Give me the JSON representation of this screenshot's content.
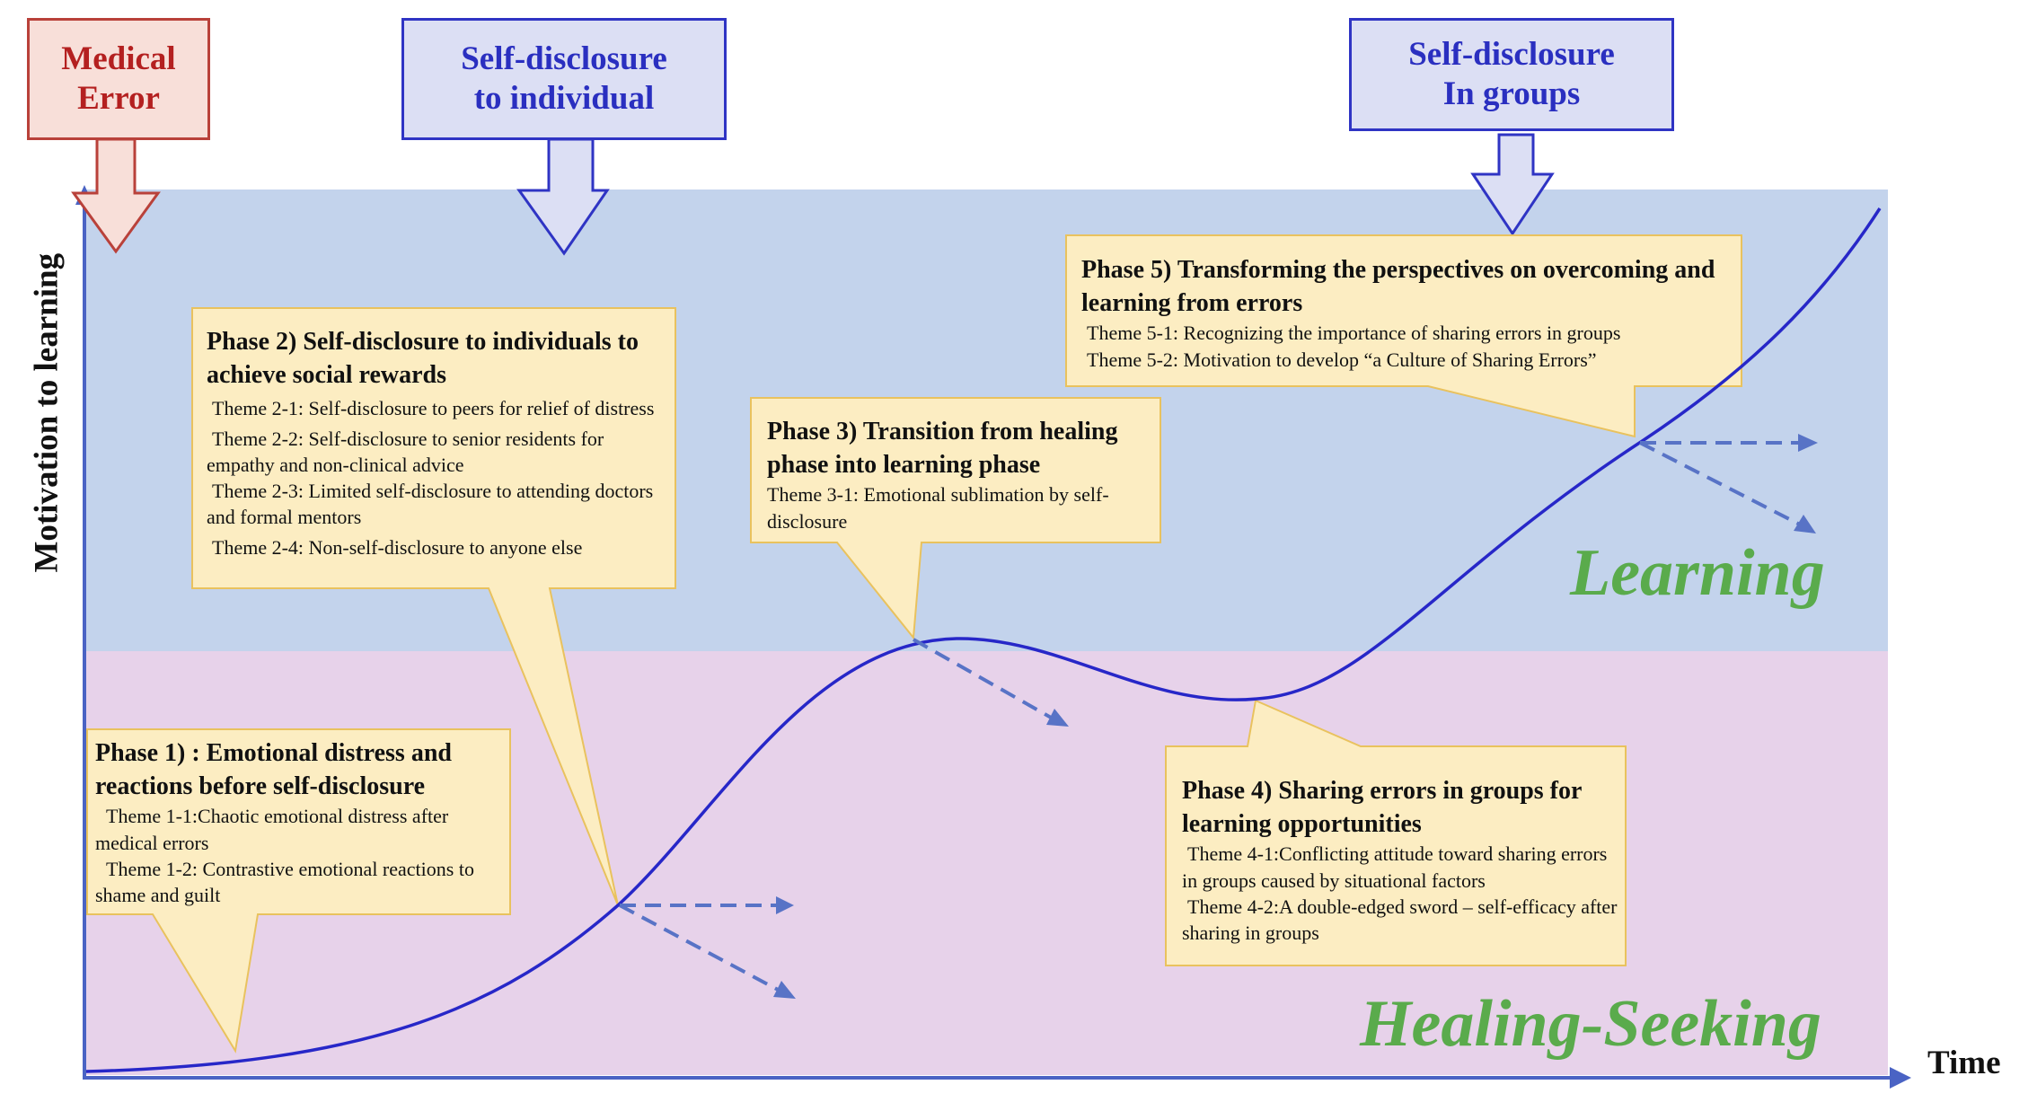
{
  "top_boxes": {
    "medical_error": {
      "line1": "Medical",
      "line2": "Error"
    },
    "self_disclosure_individual": {
      "line1": "Self-disclosure",
      "line2": "to individual"
    },
    "self_disclosure_groups": {
      "line1": "Self-disclosure",
      "line2": "In groups"
    }
  },
  "zones": {
    "upper": "Learning",
    "lower": "Healing-Seeking"
  },
  "axes": {
    "y_label": "Motivation to learning",
    "x_label": "Time"
  },
  "phases": [
    {
      "title": "Phase 1) : Emotional distress and reactions before self-disclosure",
      "themes": [
        "Theme 1-1:Chaotic emotional distress after medical errors",
        "Theme 1-2: Contrastive emotional reactions to shame and guilt"
      ]
    },
    {
      "title": "Phase 2) Self-disclosure to individuals to achieve social rewards",
      "themes": [
        "Theme 2-1: Self-disclosure to peers for relief of distress",
        "Theme 2-2: Self-disclosure to senior residents for empathy and non-clinical advice",
        "Theme 2-3: Limited self-disclosure to attending doctors and formal mentors",
        "Theme 2-4: Non-self-disclosure to anyone else"
      ]
    },
    {
      "title": "Phase 3) Transition from healing phase into learning phase",
      "themes": [
        "Theme 3-1: Emotional sublimation by self-disclosure"
      ]
    },
    {
      "title": "Phase 4) Sharing errors in groups for learning opportunities",
      "themes": [
        "Theme 4-1:Conflicting attitude toward sharing errors in groups caused by situational factors",
        "Theme 4-2:A double-edged sword – self-efficacy after sharing in groups"
      ]
    },
    {
      "title": "Phase 5) Transforming the perspectives on overcoming and learning from errors",
      "themes": [
        "Theme 5-1: Recognizing the importance of sharing errors in groups",
        "Theme 5-2: Motivation to develop “a Culture of Sharing Errors”"
      ]
    }
  ],
  "colors": {
    "learning_zone": "#c3d3ec",
    "healing_zone": "#e7d2ea",
    "callout_fill": "#fcedc2",
    "callout_border": "#e9c25e",
    "curve": "#2727c8",
    "dashed_arrow": "#5873c6",
    "zone_text": "#5aab4c",
    "medical_error_fill": "#f8dfd9",
    "medical_error_border": "#b9413a",
    "medical_error_text": "#b42020",
    "disclosure_fill": "#dcdff4",
    "disclosure_border": "#2f34c4",
    "disclosure_text": "#2a2fc0"
  }
}
